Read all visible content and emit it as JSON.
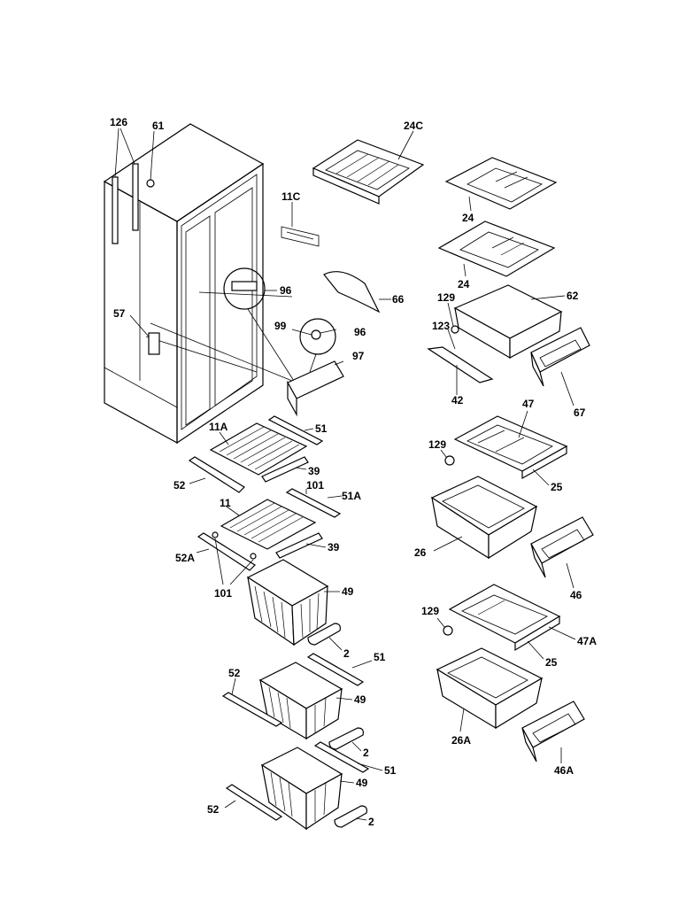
{
  "labels": {
    "l126": "126",
    "l61": "61",
    "l24c": "24C",
    "l11c": "11C",
    "l24a": "24",
    "l24b": "24",
    "l96a": "96",
    "l66": "66",
    "l57": "57",
    "l99": "99",
    "l96b": "96",
    "l97": "97",
    "l129a": "129",
    "l62": "62",
    "l123": "123",
    "l42": "42",
    "l67": "67",
    "l11a": "11A",
    "l51a": "51",
    "l39a": "39",
    "l52a": "52",
    "l101a": "101",
    "l51A": "51A",
    "l11": "11",
    "l39b": "39",
    "l52A": "52A",
    "l101b": "101",
    "l47": "47",
    "l129b": "129",
    "l25a": "25",
    "l26": "26",
    "l46": "46",
    "l49a": "49",
    "l2a": "2",
    "l51b": "51",
    "l52b": "52",
    "l49b": "49",
    "l2b": "2",
    "l129c": "129",
    "l47A": "47A",
    "l25b": "25",
    "l26A": "26A",
    "l46A": "46A",
    "l51c": "51",
    "l49c": "49",
    "l52c": "52",
    "l2c": "2"
  }
}
